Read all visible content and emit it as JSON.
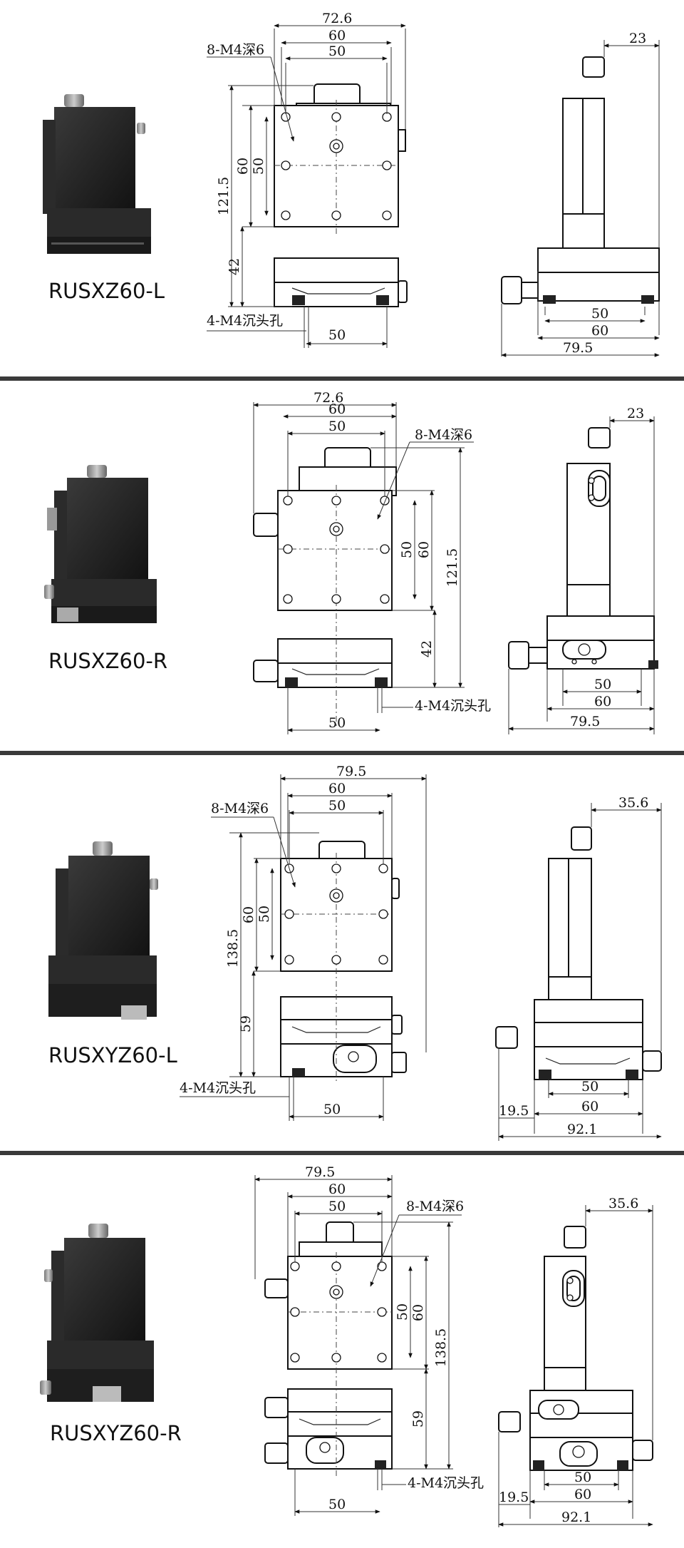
{
  "colors": {
    "separator": "#3a3a3a",
    "stage_dark": "#1e1e1e",
    "line": "#222222"
  },
  "sections": [
    {
      "model": "RUSXZ60-L",
      "front": {
        "overall_w": "72.6",
        "plate_w": "60",
        "hole_w": "50",
        "hole_spec": "8-M4深6",
        "height_total": "121.5",
        "plate_h": "60",
        "hole_h": "50",
        "base_h": "42",
        "base_hole_spec": "4-M4沉头孔",
        "base_hole_w": "50"
      },
      "side": {
        "knob_off": "23",
        "w50": "50",
        "w60": "60",
        "w_total": "79.5"
      }
    },
    {
      "model": "RUSXZ60-R",
      "front": {
        "overall_w": "72.6",
        "plate_w": "60",
        "hole_w": "50",
        "hole_spec": "8-M4深6",
        "height_total": "121.5",
        "plate_h": "60",
        "hole_h": "50",
        "base_h": "42",
        "base_hole_spec": "4-M4沉头孔",
        "base_hole_w": "50"
      },
      "side": {
        "knob_off": "23",
        "w50": "50",
        "w60": "60",
        "w_total": "79.5"
      }
    },
    {
      "model": "RUSXYZ60-L",
      "front": {
        "overall_w": "79.5",
        "plate_w": "60",
        "hole_w": "50",
        "hole_spec": "8-M4深6",
        "height_total": "138.5",
        "plate_h": "60",
        "hole_h": "50",
        "base_h": "59",
        "base_hole_spec": "4-M4沉头孔",
        "base_hole_w": "50"
      },
      "side": {
        "knob_off": "35.6",
        "w50": "50",
        "w60": "60",
        "w_total": "92.1",
        "offset": "19.5"
      }
    },
    {
      "model": "RUSXYZ60-R",
      "front": {
        "overall_w": "79.5",
        "plate_w": "60",
        "hole_w": "50",
        "hole_spec": "8-M4深6",
        "height_total": "138.5",
        "plate_h": "60",
        "hole_h": "50",
        "base_h": "59",
        "base_hole_spec": "4-M4沉头孔",
        "base_hole_w": "50"
      },
      "side": {
        "knob_off": "35.6",
        "w50": "50",
        "w60": "60",
        "w_total": "92.1",
        "offset": "19.5"
      }
    }
  ]
}
